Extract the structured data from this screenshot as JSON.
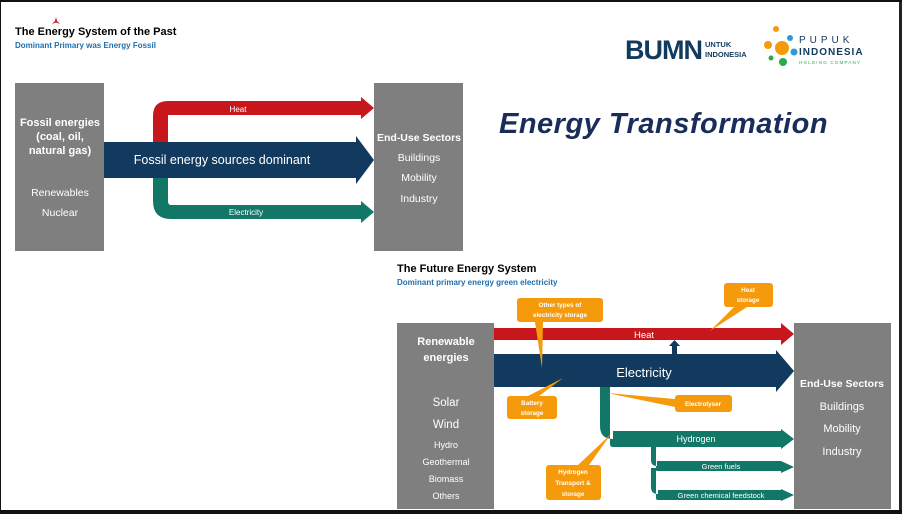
{
  "past": {
    "title": "The Energy System of the Past",
    "subtitle": "Dominant Primary was Energy Fossil",
    "source_box": {
      "line1": "Fossil energies",
      "line2": "(coal, oil,",
      "line3": "natural gas)",
      "extra1": "Renewables",
      "extra2": "Nuclear"
    },
    "arrows": {
      "heat": "Heat",
      "main": "Fossil energy sources dominant",
      "electricity": "Electricity"
    },
    "sink_box": {
      "title": "End-Use Sectors",
      "items": [
        "Buildings",
        "Mobility",
        "Industry"
      ]
    }
  },
  "main_title": "Energy Transformation",
  "logos": {
    "bumn": {
      "mark": "BUMN",
      "text1": "UNTUK",
      "text2": "INDONESIA"
    },
    "pupuk": {
      "line1": "PUPUK",
      "line2": "INDONESIA",
      "line3": "HOLDING COMPANY"
    }
  },
  "future": {
    "title": "The Future Energy System",
    "subtitle": "Dominant primary energy green electricity",
    "source_box": {
      "title1": "Renewable",
      "title2": "energies",
      "items_large": [
        "Solar",
        "Wind"
      ],
      "items_small": [
        "Hydro",
        "Geothermal",
        "Biomass",
        "Others"
      ]
    },
    "arrows": {
      "heat": "Heat",
      "electricity": "Electricity",
      "hydrogen": "Hydrogen",
      "green_fuels": "Green fuels",
      "green_chemical": "Green chemical feedstock"
    },
    "callouts": {
      "other_storage": [
        "Other types of",
        "electricity storage"
      ],
      "heat_storage": [
        "Heat",
        "storage"
      ],
      "battery": [
        "Battery",
        "storage"
      ],
      "electrolyser": [
        "Electrolyser"
      ],
      "hydrogen_transport": [
        "Hydrogen",
        "Transport &",
        "storage"
      ]
    },
    "sink_box": {
      "title": "End-Use Sectors",
      "items": [
        "Buildings",
        "Mobility",
        "Industry"
      ]
    }
  },
  "colors": {
    "navy": "#123a5e",
    "red": "#c8161d",
    "teal": "#137767",
    "gray": "#7f7f7f",
    "orange": "#f59a0b",
    "title_blue": "#1a2d5a",
    "subtitle_blue": "#1e6fb0"
  }
}
